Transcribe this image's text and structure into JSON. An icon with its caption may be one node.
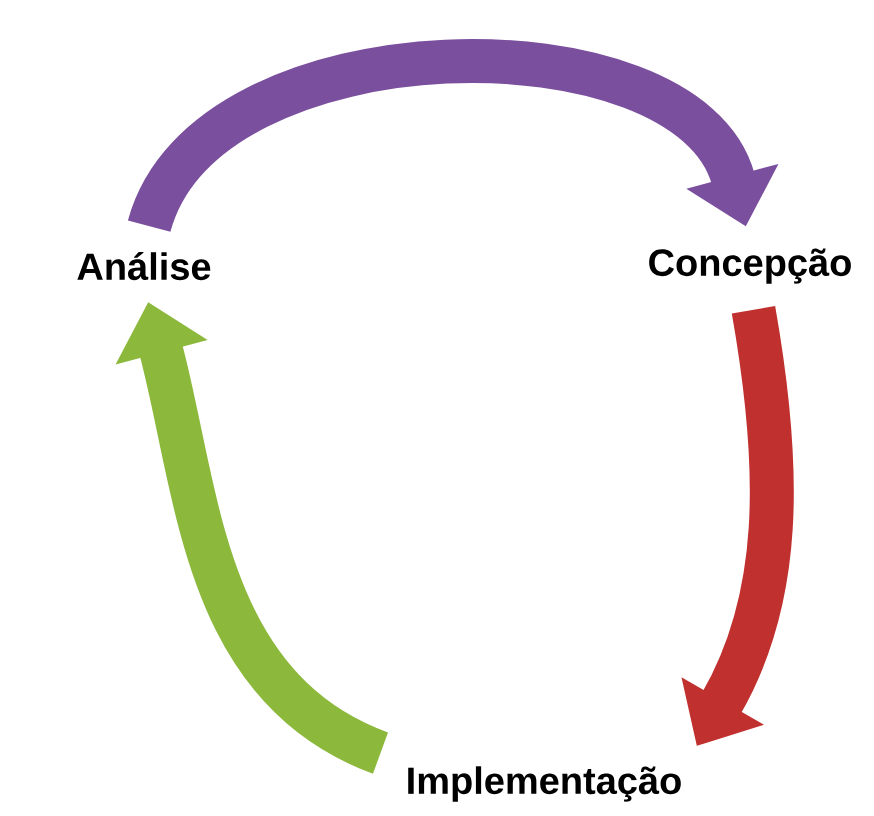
{
  "diagram": {
    "nodes": [
      {
        "text": [
          "Análise"
        ]
      },
      {
        "text": [
          "Concepção"
        ]
      },
      {
        "text": [
          "Implementação"
        ]
      }
    ],
    "edges": [
      {
        "from": 0,
        "to": 1,
        "arrow": "to",
        "color": "#7a4f9e"
      },
      {
        "from": 1,
        "to": 2,
        "arrow": "to",
        "color": "#c0302e"
      },
      {
        "from": 2,
        "to": 0,
        "arrow": "to",
        "color": "#8cb83c"
      }
    ]
  }
}
